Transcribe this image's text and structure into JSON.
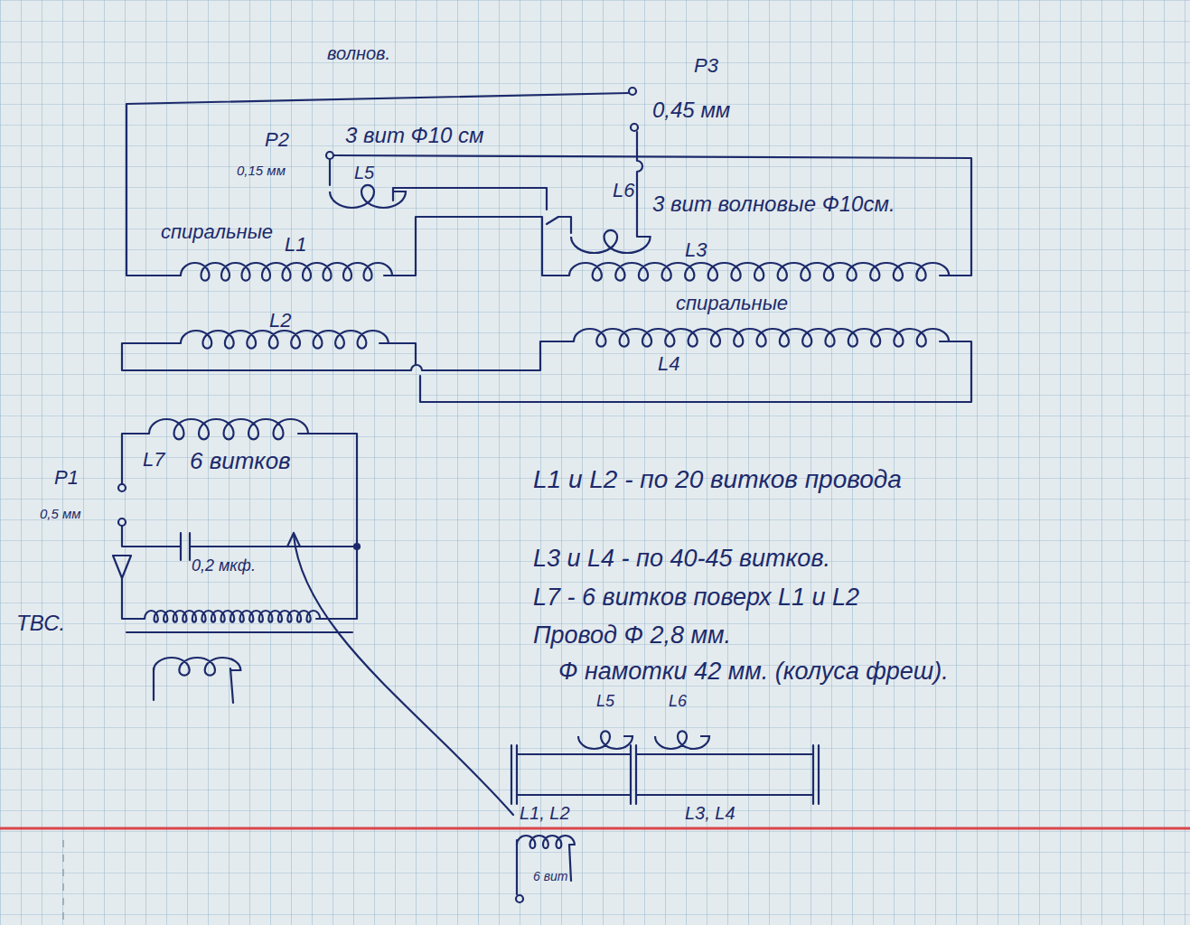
{
  "diagram": {
    "labels": [
      "волнов.",
      "P3",
      "0,45 мм",
      "P2",
      "3 вит Ф10 см",
      "0,15 мм",
      "L5",
      "L6",
      "3 вит волновые Ф10см.",
      "спиральные",
      "L1",
      "L3",
      "спиральные",
      "L2",
      "L4",
      "L7",
      "6 витков",
      "P1",
      "0,5 мм",
      "0,2 мкф.",
      "ТВС.",
      "L1 и L2 - по 20 витков провода",
      "L3 и L4 - по 40-45 витков.",
      "L7 - 6 витков поверх L1 и L2",
      "Провод Ф 2,8 мм.",
      "Ф намотки 42 мм. (колуса фреш).",
      "L5",
      "L6",
      "L1, L2",
      "L3, L4",
      "6 вит"
    ]
  }
}
